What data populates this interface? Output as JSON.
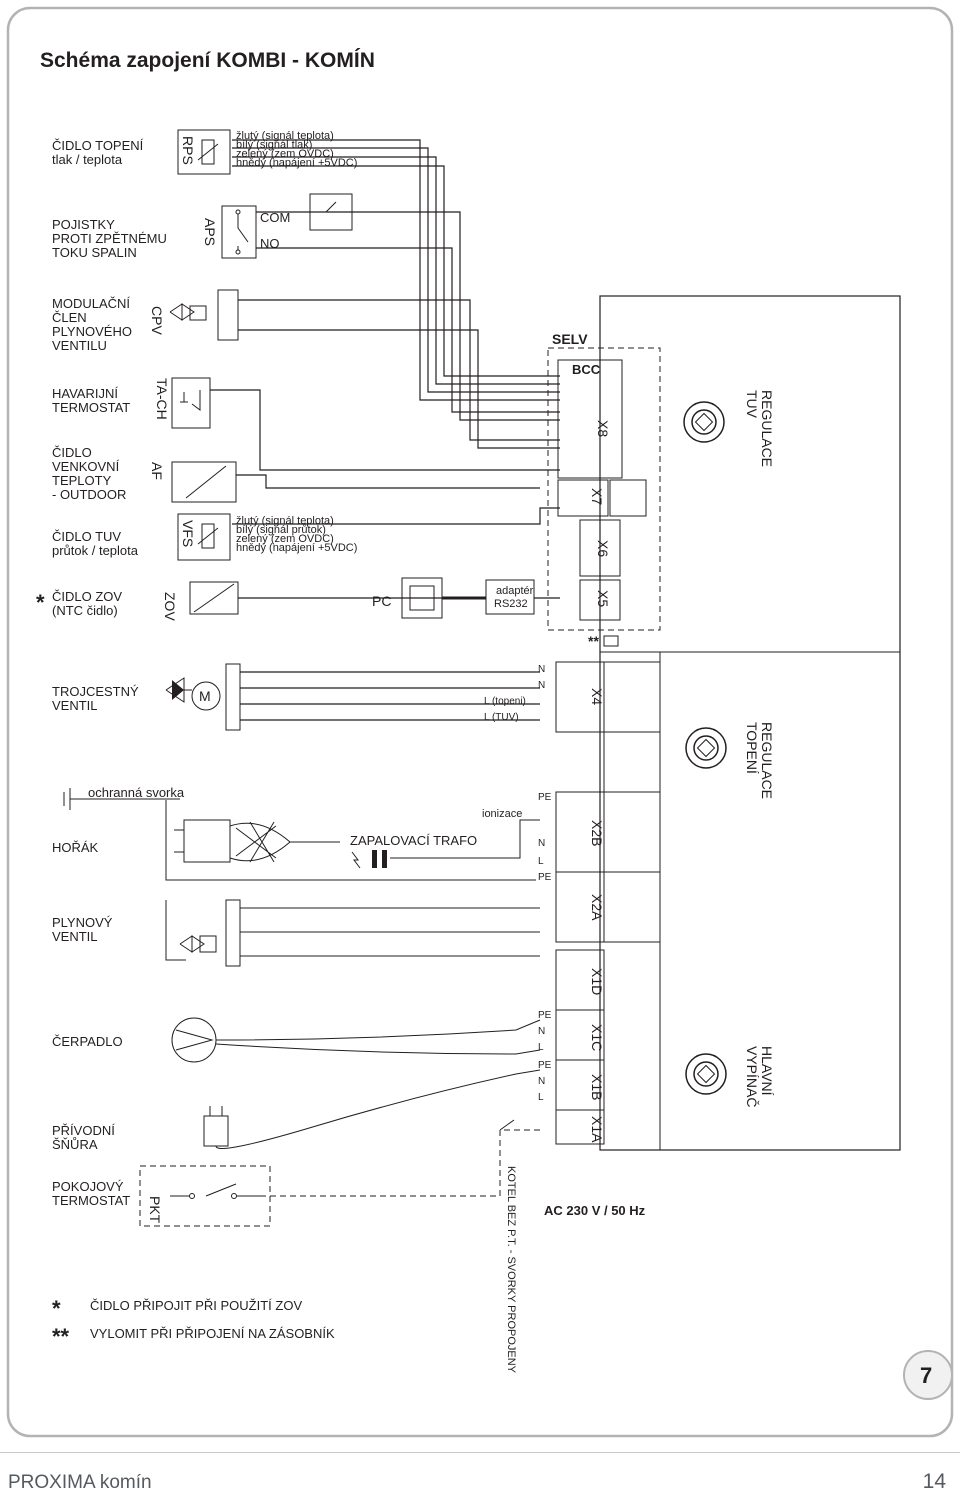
{
  "title": "Schéma zapojení KOMBI - KOMÍN",
  "components": {
    "rps": {
      "label": "ČIDLO TOPENÍ",
      "sub": "tlak / teplota",
      "code": "RPS",
      "wires": [
        "žlutý (signál teplota)",
        "bílý (signál tlak)",
        "zelený (zem OVDC)",
        "hnědý (napájení +5VDC)"
      ]
    },
    "aps": {
      "lines": [
        "POJISTKY",
        "PROTI ZPĚTNÉMU",
        "TOKU SPALIN"
      ],
      "code": "APS",
      "com": "COM",
      "no": "NO"
    },
    "cpv": {
      "lines": [
        "MODULAČNÍ",
        "ČLEN",
        "PLYNOVÉHO",
        "VENTILU"
      ],
      "code": "CPV"
    },
    "tach": {
      "lines": [
        "HAVARIJNÍ",
        "TERMOSTAT"
      ],
      "code": "TA-CH"
    },
    "af": {
      "lines": [
        "ČIDLO",
        "VENKOVNÍ",
        "TEPLOTY",
        "- OUTDOOR"
      ],
      "code": "AF"
    },
    "vfs": {
      "label": "ČIDLO TUV",
      "sub": "průtok / teplota",
      "code": "VFS",
      "wires": [
        "žlutý (signál teplota)",
        "bílý (signál průtok)",
        "zelený (zem OVDC)",
        "hnědý (napájení +5VDC)"
      ]
    },
    "zov": {
      "label": "ČIDLO ZOV",
      "sub": "(NTC čidlo)",
      "code": "ZOV",
      "star": "*"
    },
    "pc": {
      "label": "PC",
      "adapter1": "adaptér",
      "adapter2": "RS232"
    },
    "trojcestny": {
      "lines": [
        "TROJCESTNÝ",
        "VENTIL"
      ],
      "motor": "M"
    },
    "ochranna": "ochranná svorka",
    "horak": "HOŘÁK",
    "trafo": "ZAPALOVACÍ TRAFO",
    "ionizace": "ionizace",
    "plyn": {
      "lines": [
        "PLYNOVÝ",
        "VENTIL"
      ]
    },
    "cerpadlo": "ČERPADLO",
    "privod": {
      "lines": [
        "PŘÍVODNÍ",
        "ŠŇŮRA"
      ]
    },
    "pokoj": {
      "lines": [
        "POKOJOVÝ",
        "TERMOSTAT"
      ],
      "code": "PKT"
    },
    "kotel": "KOTEL BEZ P.T. - SVORKY PROPOJENY",
    "ltopeni": "L (topeni)",
    "ltuv": "L (TUV)"
  },
  "board": {
    "selv": "SELV",
    "bcc": "BCC",
    "connectors": [
      "X8",
      "X7",
      "X6",
      "X5",
      "X4",
      "X2B",
      "X2A",
      "X1D",
      "X1C",
      "X1B",
      "X1A"
    ],
    "regulace_tuv": [
      "REGULACE",
      "TUV"
    ],
    "regulace_topeni": [
      "REGULACE",
      "TOPENÍ"
    ],
    "hlavni": [
      "HLAVNÍ",
      "VYPÍNAČ"
    ],
    "ac": "AC 230 V / 50 Hz",
    "double_star": "**",
    "wire_codes": {
      "x4": [
        "N",
        "N"
      ],
      "x2b": [
        "PE",
        "N",
        "L",
        "PE"
      ],
      "x1c": [
        "PE",
        "N",
        "L"
      ],
      "x1b": [
        "PE",
        "N",
        "L"
      ]
    }
  },
  "notes": [
    {
      "mark": "*",
      "text": "ČIDLO PŘIPOJIT PŘI POUŽITÍ ZOV"
    },
    {
      "mark": "**",
      "text": "VYLOMIT PŘI PŘIPOJENÍ NA ZÁSOBNÍK"
    }
  ],
  "page_number": "7",
  "footer": {
    "brand": "PROXIMA komín",
    "page": "14"
  }
}
